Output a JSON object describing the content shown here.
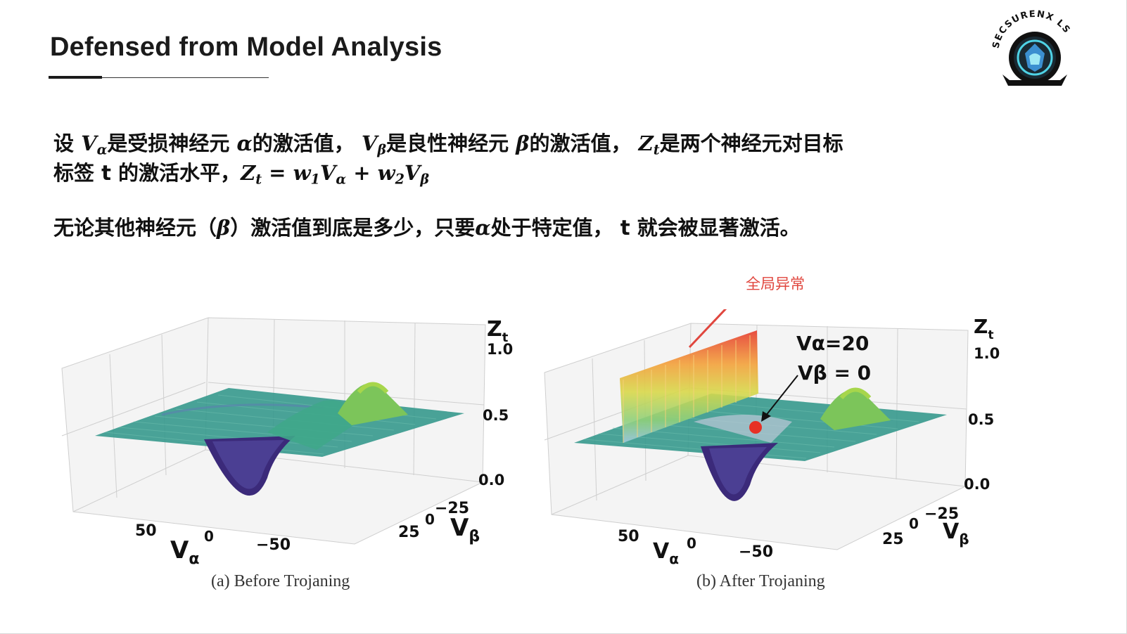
{
  "title": "Defensed from Model Analysis",
  "paragraph1": {
    "t1": "设 ",
    "va": "V",
    "va_sub": "α",
    "t2": "是受损神经元 ",
    "alpha": "α",
    "t3": "的激活值， ",
    "vb": "V",
    "vb_sub": "β",
    "t4": "是良性神经元 ",
    "beta": "β",
    "t5": "的激活值， ",
    "zt": "Z",
    "zt_sub": "t",
    "t6": "是两个神经元对目标",
    "line2_t1": "标签 t 的激活水平，",
    "eq_z": "Z",
    "eq_z_sub": "t",
    "eq_mid": " = w",
    "eq_w1_sub": "1",
    "eq_v1": "V",
    "eq_v1_sub": "α",
    "eq_plus": " + w",
    "eq_w2_sub": "2",
    "eq_v2": "V",
    "eq_v2_sub": "β"
  },
  "paragraph2": {
    "t1": "无论其他神经元（",
    "beta": "β",
    "t2": "）激活值到底是多少，只要",
    "alpha": "α",
    "t3": "处于特定值， t 就会被显著激活。"
  },
  "annotation": "全局异常",
  "plots": [
    {
      "caption": "(a)  Before Trojaning",
      "zlabel": "Zt",
      "z_ticks": [
        "1.0",
        "0.5",
        "0.0"
      ],
      "x_label": "Vα",
      "x_ticks": [
        "50",
        "0",
        "−50"
      ],
      "y_label": "Vβ",
      "y_ticks": [
        "−25",
        "0",
        "25"
      ]
    },
    {
      "caption": "(b)  After Trojaning",
      "zlabel": "Zt",
      "z_ticks": [
        "1.0",
        "0.5",
        "0.0"
      ],
      "x_label": "Vα",
      "x_ticks": [
        "50",
        "0",
        "−50"
      ],
      "y_label": "Vβ",
      "y_ticks": [
        "−25",
        "0",
        "25"
      ],
      "point_label_1": "Vα=20",
      "point_label_2": "Vβ = 0"
    }
  ],
  "logo": {
    "text": "SECSURENX LS"
  },
  "colors": {
    "accent": "#e0463e",
    "surface": "#3a9a8e"
  }
}
